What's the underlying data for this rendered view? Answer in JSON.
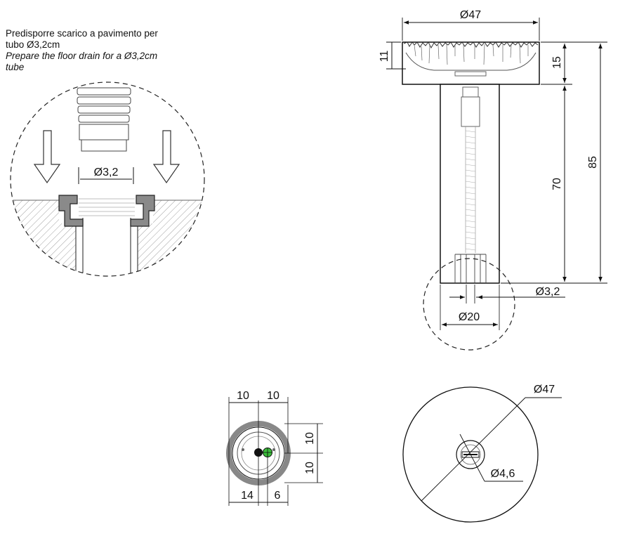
{
  "note": {
    "line_it_1": "Predisporre scarico a pavimento per",
    "line_it_2": "tubo Ø3,2cm",
    "line_en_1": "Prepare the floor drain for a Ø3,2cm",
    "line_en_2": "tube"
  },
  "detail": {
    "pipe_diameter": "Ø3,2"
  },
  "side_view": {
    "top_diameter": "Ø47",
    "cap_height_left": "11",
    "cap_height_right": "15",
    "body_height": "70",
    "total_height": "85",
    "drain_diameter": "Ø3,2",
    "base_diameter": "Ø20"
  },
  "bottom_view": {
    "width_left": "10",
    "width_right": "10",
    "height_top": "10",
    "height_bottom": "10",
    "offset_left": "14",
    "offset_right": "6"
  },
  "top_view": {
    "outer_diameter": "Ø47",
    "hole_diameter": "Ø4,6"
  }
}
